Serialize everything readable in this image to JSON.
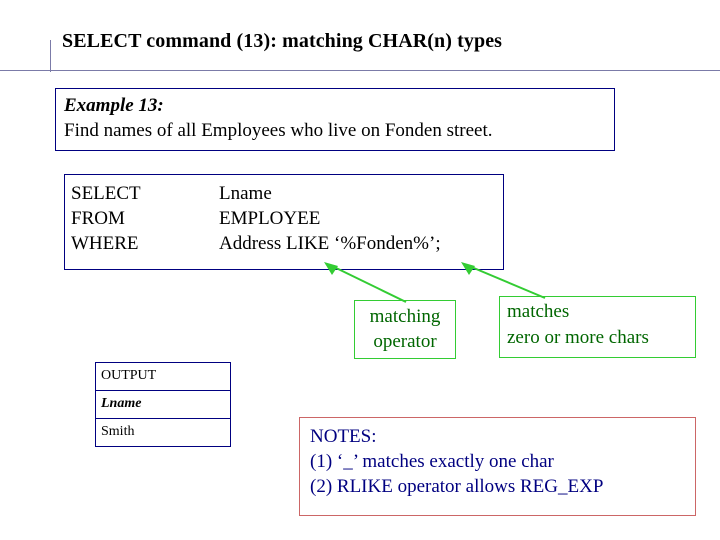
{
  "slide": {
    "title": "SELECT command (13): matching CHAR(n) types"
  },
  "example": {
    "label": "Example 13:",
    "text": "Find names of all Employees who live on Fonden street."
  },
  "sql": {
    "rows": [
      {
        "keyword": "SELECT",
        "value": "Lname"
      },
      {
        "keyword": "FROM",
        "value": "EMPLOYEE"
      },
      {
        "keyword": "WHERE",
        "value": "Address LIKE ‘%Fonden%’;"
      }
    ]
  },
  "callouts": {
    "matching_operator": {
      "line1": "matching",
      "line2": "operator"
    },
    "matches_chars": {
      "line1": "matches",
      "line2": "zero or more chars"
    }
  },
  "output": {
    "header": "OUTPUT",
    "column": "Lname",
    "rows": [
      "Smith"
    ]
  },
  "notes": {
    "title": "NOTES:",
    "lines": [
      "(1) ‘_’ matches exactly one char",
      "(2) RLIKE operator allows REG_EXP"
    ]
  },
  "colors": {
    "box_border_blue": "#000080",
    "callout_green": "#33cc33",
    "callout_green_text": "#006600",
    "notes_border": "#cc6666",
    "notes_text": "#000080",
    "rule": "#7b7ba8"
  }
}
